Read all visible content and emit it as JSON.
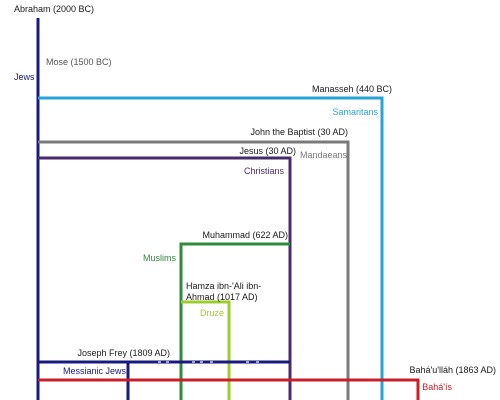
{
  "figures": {
    "abraham": "Abraham (2000 BC)",
    "mose": "Mose (1500 BC)",
    "manasseh": "Manasseh (440 BC)",
    "john": "John the Baptist (30 AD)",
    "jesus": "Jesus (30 AD)",
    "muhammad": "Muhammad (622 AD)",
    "hamza_line1": "Hamza ibn-'Ali ibn-",
    "hamza_line2": "Ahmad (1017 AD)",
    "frey": "Joseph Frey (1809 AD)",
    "bahaullah": "Bahá'u'lláh (1863 AD)"
  },
  "groups": {
    "jews": "Jews",
    "samaritans": "Samaritans",
    "mandaeans": "Mandaeans",
    "christians": "Christians",
    "muslims": "Muslims",
    "druze": "Druze",
    "messianic": "Messianic Jews",
    "bahais": "Bahá'ís"
  },
  "colors": {
    "jews": "#1a1a7e",
    "samaritans": "#29a3d6",
    "mandaeans": "#7a7a7a",
    "christians": "#4a2a6e",
    "muslims": "#2e8b3e",
    "druze": "#9ccc2e",
    "messianic": "#1a1a7e",
    "bahais": "#c8202a"
  }
}
